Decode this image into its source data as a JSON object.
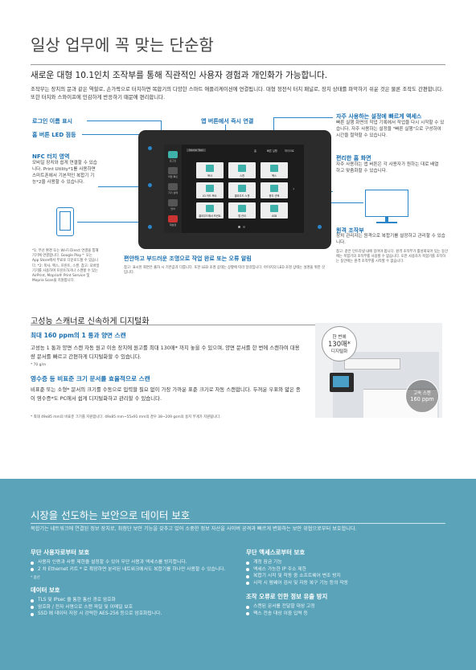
{
  "header": {
    "title": "일상 업무에 꼭 맞는 단순함",
    "headline": "새로운 대형 10.1인치 조작부를 통해 직관적인 사용자 경험과 개인화가 가능합니다.",
    "intro": "조작부는 장치의 문과 같은 역할로, 손가락으로 터치하면 복합기의 다양한 스마트 애플리케이션에 연결됩니다. 대형 정전식 터치 패널로, 장치 상태를 파악하기 쉬운 것은 물론 조작도 간편합니다. 또한 터치와 스와이프에 민감하게 반응하기 때문에 편리합니다."
  },
  "callouts": {
    "login": "로그인 이름 표시",
    "home_led": "홈 버튼 LED 점등",
    "nfc_title": "NFC 터치 영역",
    "nfc_body": "모바일 장치와 쉽게 연결할 수 있습니다. Print Utility*1를 사용하면 스마트폰에서 기본적인 복합기 기능*2을 사용할 수 있습니다.",
    "nfc_note": "*1: 무선 환경 또는 Wi-Fi Direct 연결을 통해 기기에 연결합니다. Google Play™ 또는 App Store에서 무료로 다운로드할 수 있습니다. *2: 복사, 팩스, 프린트, 스캔. 참고: 모바일 기기를 사용하여 프린트하거나 스캔할 수 있는 AirPrint, Mopria® Print Service 및 Mopria Scan을 지원합니다.",
    "app_connect": "앱 버튼에서 즉시 연결",
    "quick_title": "자주 사용하는 설정에 빠르게 액세스",
    "quick_body": "빠른 실행 화면의 작업 기록에서 작업을 다시 시작할 수 있습니다. 자주 사용하는 설정을 \"빠른 실행\"으로 구성하여 시간을 절약할 수 있습니다.",
    "home_title": "편리한 홈 화면",
    "home_body": "자주 사용하는 앱 버튼은 각 사용자가 원하는 대로 배열하고 맞춤화할 수 있습니다.",
    "remote_title": "원격 조작부",
    "remote_body": "장치 관리자는 원격으로 복합기를 설정하고 관리할 수 있습니다.",
    "remote_note": "참고: 같은 인트라넷 내에 있어야 합니다. 원격 조작부가 활성화되어 있는 동안에는 복합기의 조작부를 사용할 수 없습니다. 또한 사용자가 복합기를 조작하는 동안에는 원격 조작부를 시작할 수 없습니다.",
    "led_alert": "편안하고 부드러운 조명으로 작업 완료 또는 오류 알림",
    "led_note": "참고: 표시된 화면은 출하 시 기본값과 다릅니다. 또한 LED 조명 상태는 상황에 따라 달라집니다. 아이지의 LED 조명 상태는 설명을 위한 것입니다."
  },
  "screen": {
    "side": [
      "로그인",
      "작업 확인",
      "기기 상태",
      "언어",
      "재설정"
    ],
    "tiles": [
      [
        "복사",
        "스캔",
        "팩스"
      ],
      [
        "ID 카드 복사",
        "클라우드 스캔",
        "용지 선택"
      ],
      [
        "클라우드에서 프린트",
        "앱 관리",
        "USB"
      ]
    ],
    "top_right": [
      "홈",
      "빠른 실행",
      "마이크로"
    ],
    "top_label": "Name Tool"
  },
  "scanner": {
    "title": "고성능 스캐너로 신속하게 디지털화",
    "s1_title": "최대 160 ppm의 1 통과 양면 스캔",
    "s1_body": "고성능 1 통과 양면 스캔 자동 원고 이송 장치에 원고를 최대 130매* 까지 놓을 수 있으며, 양면 문서를 한 번에 스캔하여 대용량 문서를 빠르고 간편하게 디지털화할 수 있습니다.",
    "s1_note": "* 70 g/m",
    "s2_title": "영수증 등 비표준 크기 문서를 효율적으로 스캔",
    "s2_body": "비표준 또는 소형* 문서의 크기를 수동으로 입력할 필요 없이 가장 가까운 표준 크기로 자동 스캔합니다. 두꺼운 우표와 얇은 종이 영수증*도 PC에서 쉽게 디지털화하고 관리할 수 있습니다.",
    "s2_note": "* 최대 49x85 mm의 비표준 크기를 지원합니다. 49x85 mm~55x91 mm의 경우 38~209 gsm의 용지 무게가 지원됩니다.",
    "bubble1_a": "한 번에",
    "bubble1_b": "130매*",
    "bubble1_c": "디지털화",
    "bubble2_a": "고속 스캔",
    "bubble2_b": "160 ppm"
  },
  "security": {
    "title": "시장을 선도하는 보안으로 데이터 보호",
    "intro": "복합기는 네트워크에 연결된 정보 장치로, 최첨단 보안 기능을 갖추고 있어 소중한 정보 자산을 사이버 공격과 빠르게 변화하는 보안 위협으로부터 보호합니다.",
    "c1_title": "무단 사용자로부터 보호",
    "c1_items": [
      "사용자 인증과 사용 제한을 설정할 수 있어 무단 사용과 액세스를 방지합니다.",
      "2 차 Ethernet 키트 * 로 확장하면 분리된 네트워크에서도 복합기를 하나만 사용할 수 있습니다."
    ],
    "c1_note": "* 옵션",
    "c2_title": "데이터 보호",
    "c2_items": [
      "TLS 및 IPsec 을 통한 통신 경로 암호화",
      "암호화 / 전자 서명으로 스캔 파일 및 이메일 보호",
      "SSD 에 데이터 저장 시 강력한 AES-256 등으로 암호화됩니다."
    ],
    "c3_title": "무단 액세스로부터 보호",
    "c3_items": [
      "계정 잠금 기능",
      "액세스 가능한 IP 주소 제한",
      "복합기 시작 및 작동 중 소프트웨어 변조 방지",
      "시작 시 펌웨어 검사 및 자동 복구 기능 등의 작동"
    ],
    "c4_title": "조작 오류로 인한 정보 유출 방지",
    "c4_items": [
      "스캔된 문서를 전달할 대상 고정",
      "팩스 전송 대상 이중 입력 등"
    ]
  },
  "colors": {
    "accent": "#1a6fb0",
    "bottom_bg": "#5ba3b9"
  }
}
